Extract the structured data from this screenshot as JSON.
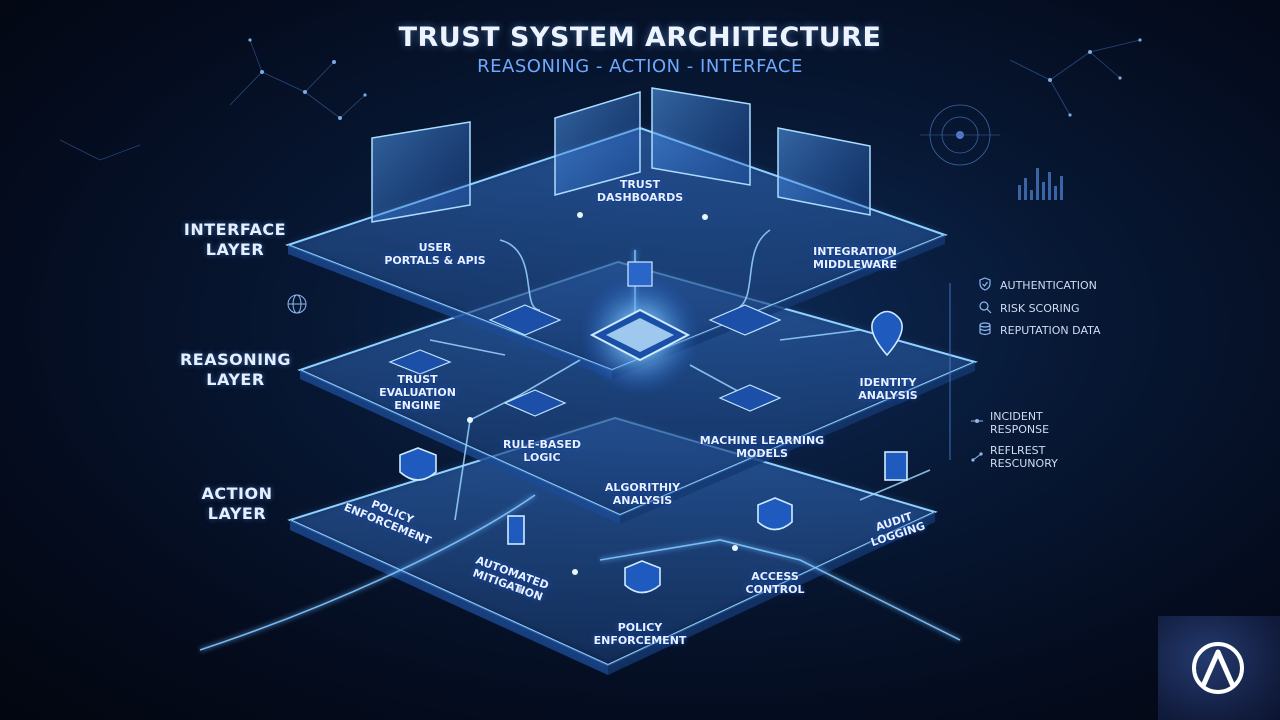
{
  "header": {
    "title": "TRUST SYSTEM ARCHITECTURE",
    "subtitle": "REASONING - ACTION - INTERFACE"
  },
  "layers": {
    "interface": "INTERFACE\nLAYER",
    "reasoning": "REASONING\nLAYER",
    "action": "ACTION\nLAYER"
  },
  "interface_components": {
    "user_portals": "USER\nPORTALS & APIs",
    "trust_dashboards": "TRUST\nDASHBOARDS",
    "integration_middleware": "INTEGRATION\nMIDDLEWARE"
  },
  "reasoning_components": {
    "trust_evaluation_engine": "TRUST\nEVALUATION\nENGINE",
    "rule_based_logic": "RULE-BASED\nLOGIC",
    "algorithmic_analysis": "ALGORITHIY\nANALYSIS",
    "machine_learning_models": "MACHINE LEARNING\nMODELS",
    "identity_analysis": "IDENTITY\nANALYSIS"
  },
  "action_components": {
    "policy_enforcement_left": "POLICY\nENFORCEMENT",
    "automated_mitigation": "AUTOMATED\nMITIGATION",
    "policy_enforcement_bottom": "POLICY\nENFORCEMENT",
    "access_control": "ACCESS\nCONTROL",
    "audit_logging": "AUDIT\nLOGGING"
  },
  "side_list": {
    "authentication": "AUTHENTICATION",
    "risk_scoring": "RISK SCORING",
    "reputation_data": "REPUTATION DATA",
    "incident_response": "INCIDENT\nRESPONSE",
    "reflrest_rescunory": "REFLREST\nRESCUNORY"
  },
  "colors": {
    "accent": "#4aa3ff",
    "glow": "#8fd0ff",
    "platform_edge": "#7cc0ff",
    "background": "#040b1c"
  }
}
